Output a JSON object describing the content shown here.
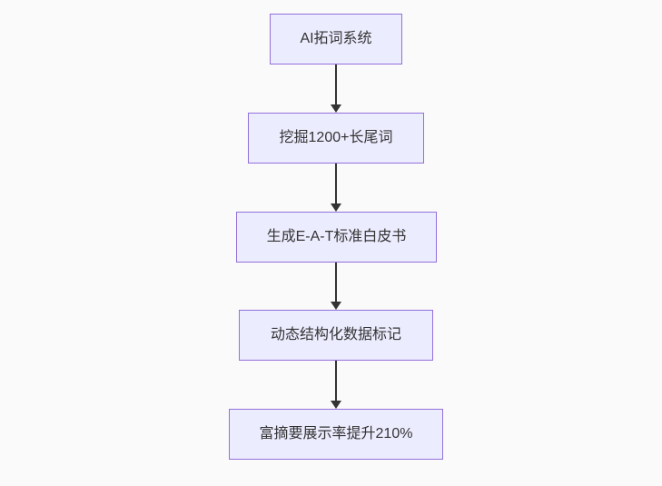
{
  "diagram": {
    "type": "flowchart",
    "direction": "top-down",
    "nodes": [
      {
        "id": "A",
        "label": "AI拓词系统"
      },
      {
        "id": "B",
        "label": "挖掘1200+长尾词"
      },
      {
        "id": "C",
        "label": "生成E-A-T标准白皮书"
      },
      {
        "id": "D",
        "label": "动态结构化数据标记"
      },
      {
        "id": "E",
        "label": "富摘要展示率提升210%"
      }
    ],
    "edges": [
      {
        "from": "A",
        "to": "B",
        "style": "arrow"
      },
      {
        "from": "B",
        "to": "C",
        "style": "arrow"
      },
      {
        "from": "C",
        "to": "D",
        "style": "arrow"
      },
      {
        "from": "D",
        "to": "E",
        "style": "arrow"
      }
    ],
    "colors": {
      "background": "#fafafa",
      "node_fill": "#ECECFF",
      "node_border": "#9370DB",
      "text": "#333333",
      "arrow": "#333333"
    }
  }
}
